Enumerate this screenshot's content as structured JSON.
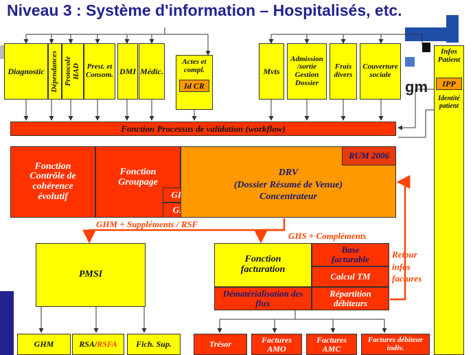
{
  "title": "Niveau 3 : Système d'information – Hospitalisés, etc.",
  "top_modules": {
    "diagnostic": "Diagnostic",
    "dependances": "Dépendances",
    "protocole": "Protocole",
    "had": "HAD",
    "prest_consom": "Prest. et Consom.",
    "dmi": "DMI",
    "medic": "Médic.",
    "actes_compl": "Actes et compl.",
    "id_cr": "Id CR",
    "mvts": "Mvts",
    "admission": "Admission /sortie Gestion Dossier",
    "frais_divers": "Frais divers",
    "couverture_sociale": "Couverture sociale"
  },
  "infos_patient": {
    "label": "Infos Patient",
    "ipp": "IPP",
    "identite": "Identité patient"
  },
  "logo_text": "gm",
  "workflow": "Fonction Processus de validation (workflow)",
  "controle": "Fonction Contrôle de cohérence évolutif",
  "groupage": "Fonction Groupage",
  "ghm_small": "GHM",
  "ghs_small": "GHS",
  "drv": {
    "line1": "DRV",
    "line2": "(Dossier Résumé de Venue)",
    "line3": "Concentrateur"
  },
  "rum": "RUM 2006",
  "flow_label_1": "GHM + Suppléments / RSF",
  "flow_label_2": "GHS + Compléments",
  "retour": "Retour infos factures",
  "pmsi": "PMSI",
  "facturation": {
    "fonction": "Fonction facturation",
    "base": "Base facturable",
    "calcul": "Calcul TM",
    "demat": "Dématérialisation des flux",
    "repartition": "Répartition débiteurs"
  },
  "pmsi_outputs": {
    "ghm": "GHM",
    "rsa": "RSA/",
    "rsfa": "RSFA",
    "fich_sup": "Fich. Sup."
  },
  "fact_outputs": {
    "tresor": "Trésor",
    "amo": "Factures AMO",
    "amc": "Factures AMC",
    "debiteur": "Factures débiteur indiv."
  }
}
